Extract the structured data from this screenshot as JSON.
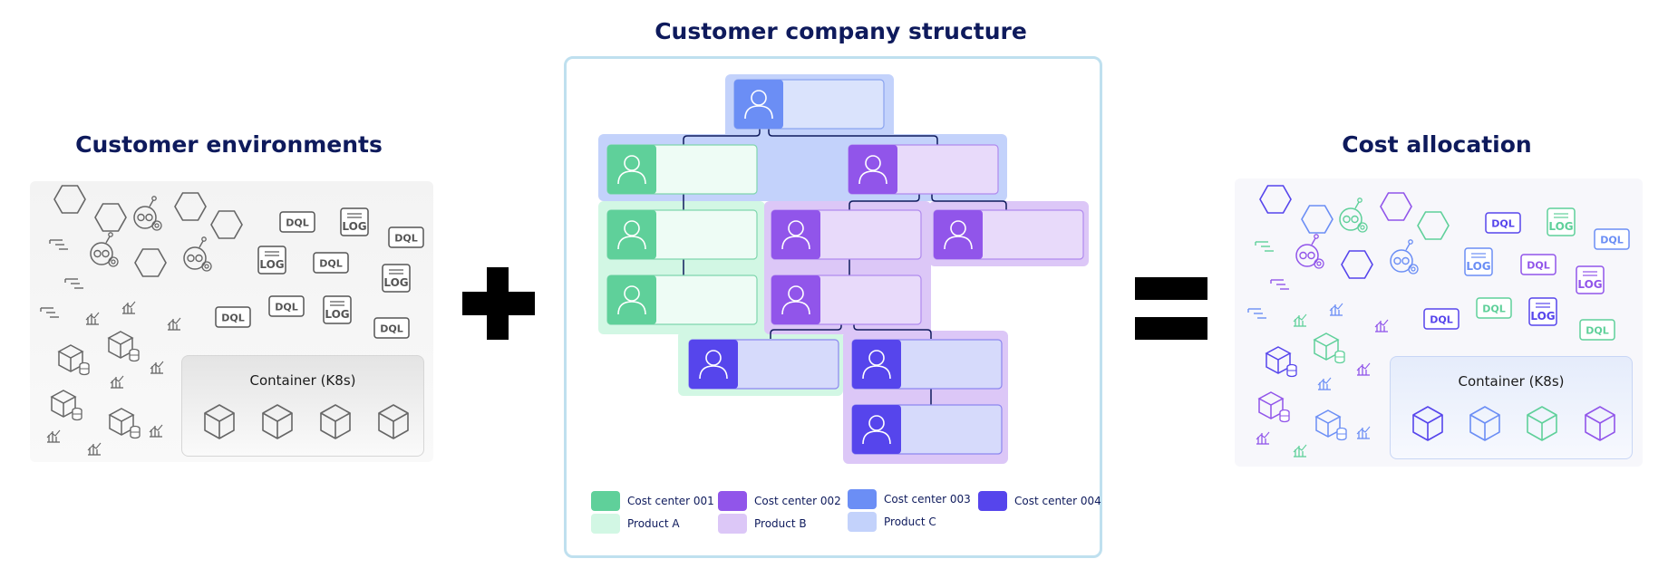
{
  "titles": {
    "left": "Customer environments",
    "center": "Customer company structure",
    "right": "Cost allocation"
  },
  "left_panel": {
    "container_label": "Container (K8s)",
    "tags": [
      "DQL",
      "LOG",
      "DQL",
      "LOG",
      "DQL",
      "LOG",
      "DQL",
      "DQL",
      "LOG",
      "DQL"
    ]
  },
  "right_panel": {
    "container_label": "Container (K8s)",
    "tags": [
      "DQL",
      "LOG",
      "DQL",
      "LOG",
      "DQL",
      "LOG",
      "DQL",
      "DQL",
      "LOG",
      "DQL"
    ]
  },
  "legend": [
    {
      "label": "Cost center 001",
      "color": "#5fd09a"
    },
    {
      "label": "Cost center 002",
      "color": "#9155ea"
    },
    {
      "label": "Cost center 003",
      "color": "#6b8ef5"
    },
    {
      "label": "Cost center 004",
      "color": "#5645ec"
    },
    {
      "label": "Product A",
      "color": "#d2f7e4"
    },
    {
      "label": "Product B",
      "color": "#dcc7f7"
    },
    {
      "label": "Product C",
      "color": "#c3d2fb"
    }
  ],
  "colors": {
    "title": "#0e1a5c",
    "frame_border": "#bfe0ef",
    "green": "#5fd09a",
    "purple": "#9155ea",
    "blue": "#6b8ef5",
    "indigo": "#5645ec"
  },
  "operators": [
    "plus",
    "equals"
  ]
}
